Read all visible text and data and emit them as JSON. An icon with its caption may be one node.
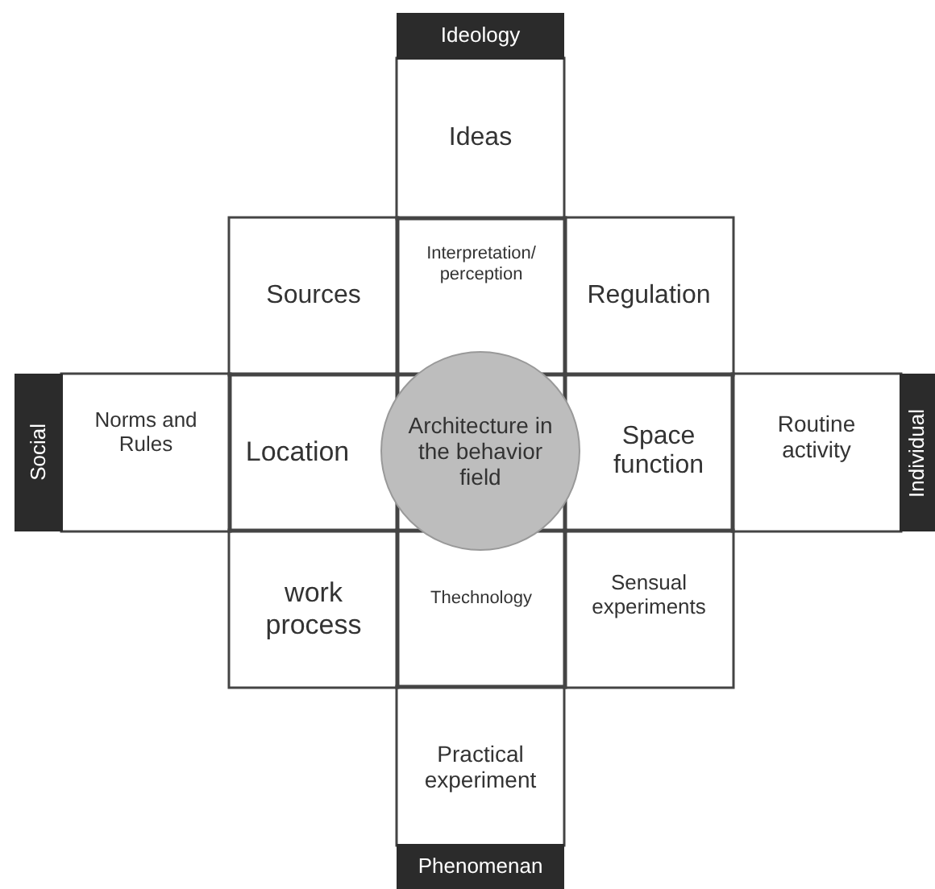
{
  "diagram": {
    "nodes": [
      {
        "text": [
          "Ideology"
        ]
      },
      {
        "text": [
          "Ideas"
        ]
      },
      {
        "text": [
          "Sources"
        ]
      },
      {
        "text": [
          "Interpretation/ perception"
        ]
      },
      {
        "text": [
          "Regulation"
        ]
      },
      {
        "text": [
          "Social"
        ]
      },
      {
        "text": [
          "Norms and Rules"
        ]
      },
      {
        "text": [
          "Location"
        ]
      },
      {
        "text": [
          "Architecture in the behavior field"
        ]
      },
      {
        "text": [
          "Space function"
        ]
      },
      {
        "text": [
          "Routine activity"
        ]
      },
      {
        "text": [
          "Individual"
        ]
      },
      {
        "text": [
          "work process"
        ]
      },
      {
        "text": [
          "Thechnology"
        ]
      },
      {
        "text": [
          "Sensual experiments"
        ]
      },
      {
        "text": [
          "Practical experiment"
        ]
      },
      {
        "text": [
          "Phenomenan"
        ]
      }
    ]
  }
}
